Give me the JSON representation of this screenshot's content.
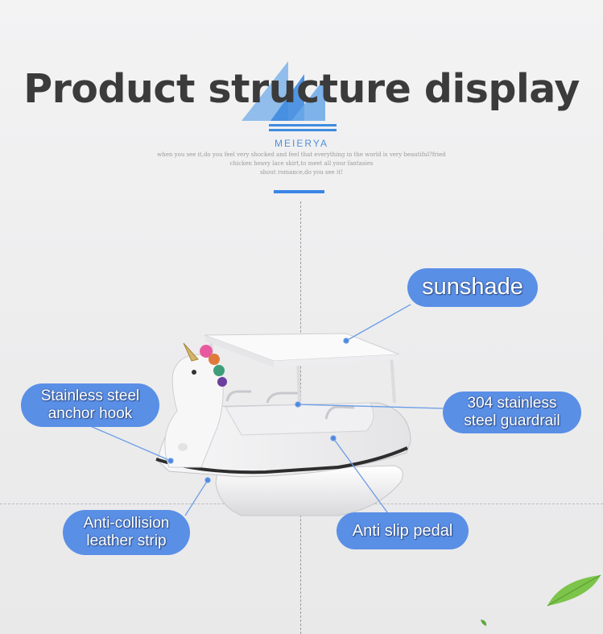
{
  "header": {
    "title": "Product structure display",
    "brand": "MEIERYA",
    "tagline": [
      "when you see it,do you feel very shocked and feel that everything in the world is very beautiful?fried",
      "chicken heavy lace skirt,to meet all your fantasies",
      "shout romance,do you see it!"
    ]
  },
  "labels": {
    "sunshade": "sunshade",
    "guardrail_line1": "304 stainless",
    "guardrail_line2": "steel guardrail",
    "anchor_line1": "Stainless steel",
    "anchor_line2": "anchor hook",
    "strip_line1": "Anti-collision",
    "strip_line2": "leather strip",
    "pedal": "Anti slip pedal"
  },
  "colors": {
    "pill": "#5a8fe6",
    "accent": "#3b86e6",
    "leader": "#6a9de6"
  }
}
